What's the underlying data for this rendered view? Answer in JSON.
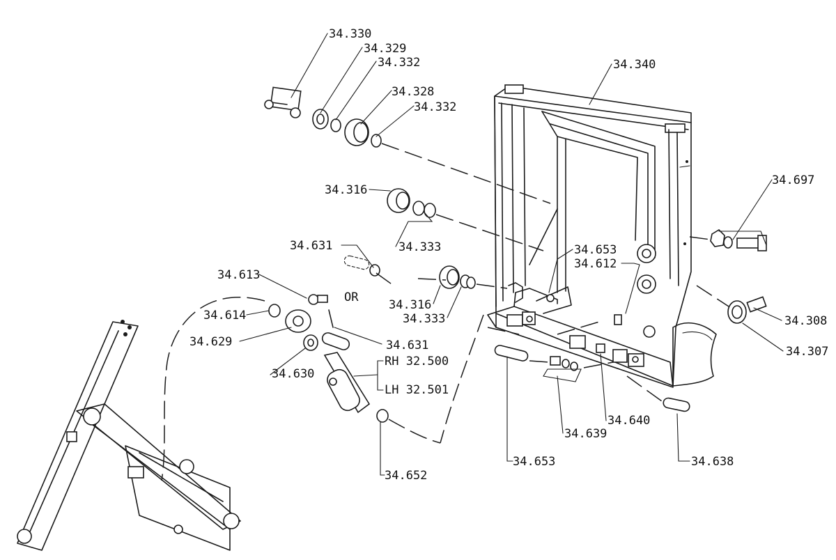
{
  "labels": {
    "p34_330": "34.330",
    "p34_329": "34.329",
    "p34_332a": "34.332",
    "p34_328": "34.328",
    "p34_332b": "34.332",
    "p34_340": "34.340",
    "p34_316a": "34.316",
    "p34_333a": "34.333",
    "p34_697": "34.697",
    "p34_631a": "34.631",
    "p34_653a": "34.653",
    "p34_612": "34.612",
    "p34_613": "34.613",
    "p34_316b": "34.316",
    "p34_333b": "34.333",
    "p34_614": "34.614",
    "p34_308": "34.308",
    "p34_629": "34.629",
    "p34_631b": "34.631",
    "p34_307": "34.307",
    "rh": "RH 32.500",
    "p34_630": "34.630",
    "lh": "LH 32.501",
    "p34_640": "34.640",
    "p34_639": "34.639",
    "p34_653b": "34.653",
    "p34_638": "34.638",
    "p34_652": "34.652",
    "or": "OR"
  }
}
